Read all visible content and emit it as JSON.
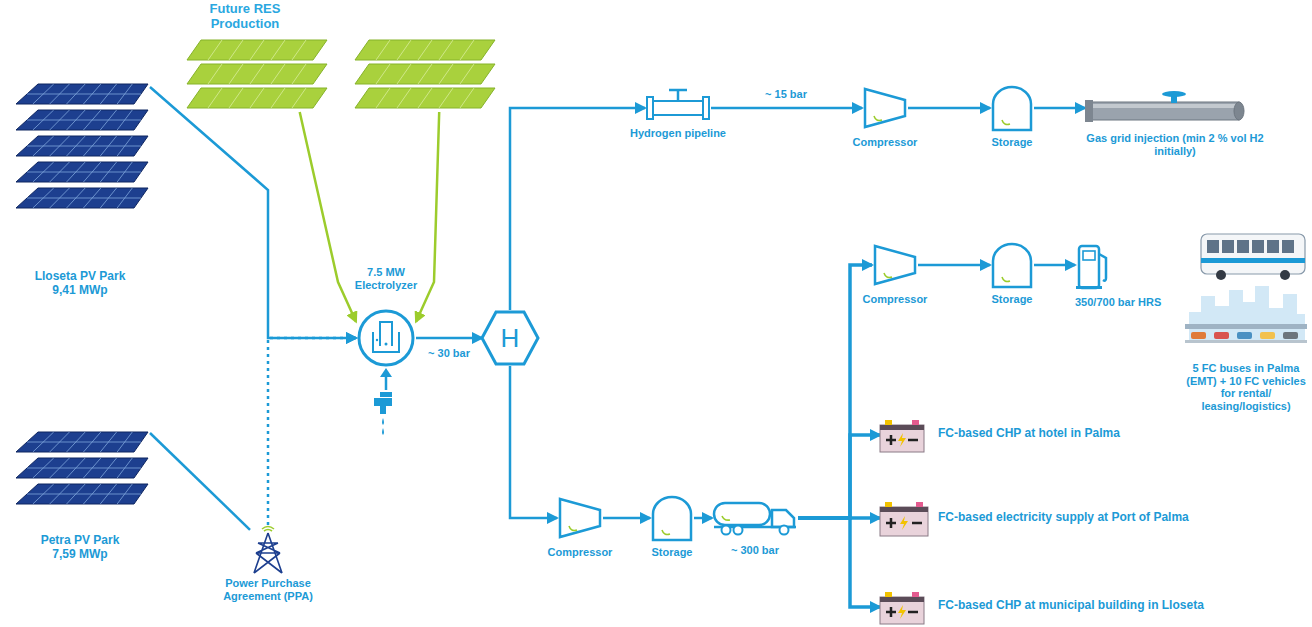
{
  "diagram": {
    "nodes": [
      {
        "text": [
          "Future RES Production"
        ]
      },
      {
        "text": [
          "Lloseta PV Park 9,41 MWp"
        ]
      },
      {
        "text": [
          "Petra PV Park 7,59 MWp"
        ]
      },
      {
        "text": [
          "Power Purchase Agreement (PPA)"
        ]
      },
      {
        "text": [
          "7.5 MW Electrolyzer"
        ]
      },
      {
        "text": [
          "H"
        ]
      },
      {
        "text": [
          "Hydrogen pipeline"
        ]
      },
      {
        "text": [
          "Compressor"
        ]
      },
      {
        "text": [
          "Storage"
        ]
      },
      {
        "text": [
          "Gas grid injection (min 2 % vol H2 initially)"
        ]
      },
      {
        "text": [
          "Compressor"
        ]
      },
      {
        "text": [
          "Storage"
        ]
      },
      {
        "text": [
          "350/700 bar HRS"
        ]
      },
      {
        "text": [
          "5 FC buses in Palma (EMT) + 10 FC vehicles for rental/ leasing/logistics)"
        ]
      },
      {
        "text": [
          "FC-based CHP at hotel in Palma"
        ]
      },
      {
        "text": [
          "FC-based electricity supply at Port of Palma"
        ]
      },
      {
        "text": [
          "FC-based CHP at municipal building in Lloseta"
        ]
      },
      {
        "text": [
          "Compressor"
        ]
      },
      {
        "text": [
          "Storage"
        ]
      },
      {
        "text": [
          "~ 300 bar"
        ]
      }
    ],
    "edges": [
      {
        "from": 0,
        "to": 4,
        "arrow": "to"
      },
      {
        "from": 0,
        "to": 4,
        "arrow": "to"
      },
      {
        "from": 1,
        "to": 4,
        "arrow": "to"
      },
      {
        "from": 2,
        "to": 3,
        "arrow": "none"
      },
      {
        "from": 3,
        "to": 4,
        "arrow": "to"
      },
      {
        "from": 4,
        "to": 5,
        "label": "~ 30 bar",
        "arrow": "to"
      },
      {
        "from": 5,
        "to": 6,
        "arrow": "to"
      },
      {
        "from": 6,
        "to": 7,
        "label": "~ 15 bar",
        "arrow": "to"
      },
      {
        "from": 7,
        "to": 8,
        "arrow": "to"
      },
      {
        "from": 8,
        "to": 9,
        "arrow": "to"
      },
      {
        "from": 5,
        "to": 17,
        "arrow": "to"
      },
      {
        "from": 17,
        "to": 18,
        "arrow": "to"
      },
      {
        "from": 18,
        "to": 19,
        "arrow": "to"
      },
      {
        "from": 19,
        "to": 10,
        "arrow": "to"
      },
      {
        "from": 19,
        "to": 14,
        "arrow": "to"
      },
      {
        "from": 19,
        "to": 15,
        "arrow": "to"
      },
      {
        "from": 19,
        "to": 16,
        "arrow": "to"
      },
      {
        "from": 10,
        "to": 11,
        "arrow": "to"
      },
      {
        "from": 11,
        "to": 12,
        "arrow": "to"
      }
    ]
  }
}
